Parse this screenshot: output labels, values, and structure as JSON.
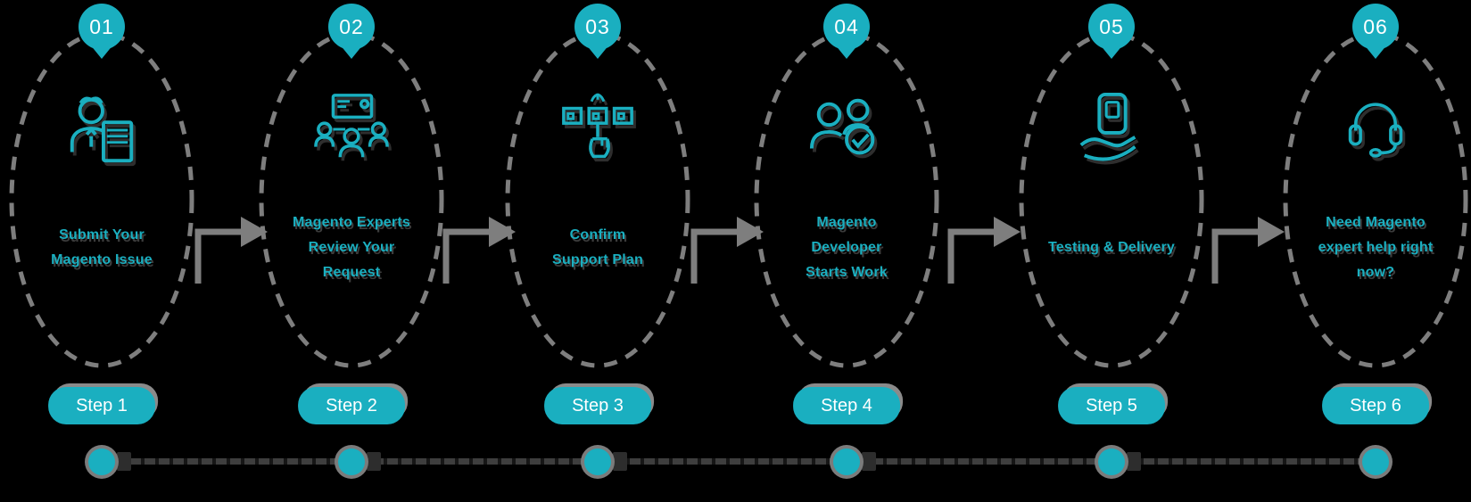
{
  "colors": {
    "teal": "#1AAFC0",
    "dash_gray": "#7E7E7E",
    "shadow_gray": "#8A8A8A",
    "timeline_dark": "#3E3E3E",
    "background": "#000000",
    "pill_text": "#FFFFFF"
  },
  "steps": [
    {
      "badge": "01",
      "caption": "Submit Your\nMagento Issue",
      "pill": "Step 1",
      "icon": "person-document-icon"
    },
    {
      "badge": "02",
      "caption": "Magento Experts\nReview Your\nRequest",
      "pill": "Step 2",
      "icon": "team-meeting-icon"
    },
    {
      "badge": "03",
      "caption": "Confirm\nSupport Plan",
      "pill": "Step 3",
      "icon": "hand-select-plan-icon"
    },
    {
      "badge": "04",
      "caption": "Magento\nDeveloper\nStarts Work",
      "pill": "Step 4",
      "icon": "developer-check-icon"
    },
    {
      "badge": "05",
      "caption": "Testing & Delivery",
      "pill": "Step 5",
      "icon": "hand-device-icon"
    },
    {
      "badge": "06",
      "caption": "Need Magento\nexpert help right\nnow?",
      "pill": "Step 6",
      "icon": "headset-icon"
    }
  ]
}
